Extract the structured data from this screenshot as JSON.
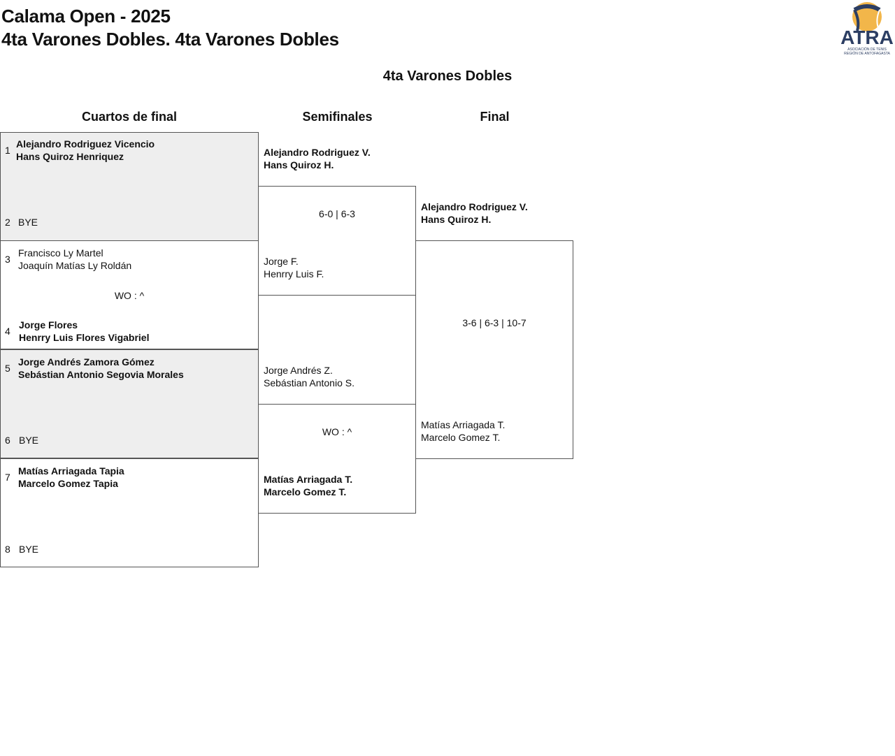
{
  "header": {
    "title_line1": "Calama Open - 2025",
    "title_line2": "4ta Varones Dobles. 4ta Varones Dobles",
    "logo_text": "ATRA",
    "logo_subtext_line1": "ASOCIACIÓN DE TENIS",
    "logo_subtext_line2": "REGIÓN DE ANTOFAGASTA"
  },
  "draw": {
    "title": "4ta Varones Dobles",
    "rounds": [
      "Cuartos de final",
      "Semifinales",
      "Final"
    ]
  },
  "quarterfinals": [
    {
      "top": {
        "seed": "1",
        "player1": "Alejandro Rodriguez Vicencio",
        "player2": "Hans Quiroz Henriquez",
        "winner": true
      },
      "bottom": {
        "seed": "2",
        "player1": "BYE",
        "player2": "",
        "winner": false
      },
      "score": ""
    },
    {
      "top": {
        "seed": "3",
        "player1": "Francisco Ly Martel",
        "player2": "Joaquín Matías Ly Roldán",
        "winner": false
      },
      "bottom": {
        "seed": "4",
        "player1": "Jorge Flores",
        "player2": "Henrry Luis Flores Vigabriel",
        "winner": true
      },
      "score": "WO : ^"
    },
    {
      "top": {
        "seed": "5",
        "player1": "Jorge Andrés Zamora Gómez",
        "player2": "Sebástian Antonio Segovia Morales",
        "winner": true
      },
      "bottom": {
        "seed": "6",
        "player1": "BYE",
        "player2": "",
        "winner": false
      },
      "score": ""
    },
    {
      "top": {
        "seed": "7",
        "player1": "Matías Arriagada Tapia",
        "player2": "Marcelo Gomez Tapia",
        "winner": true
      },
      "bottom": {
        "seed": "8",
        "player1": "BYE",
        "player2": "",
        "winner": false
      },
      "score": ""
    }
  ],
  "semifinals": [
    {
      "top": {
        "player1": "Alejandro Rodriguez V.",
        "player2": "Hans Quiroz H.",
        "winner": true
      },
      "bottom": {
        "player1": "Jorge F.",
        "player2": "Henrry Luis F.",
        "winner": false
      },
      "score": "6-0 | 6-3"
    },
    {
      "top": {
        "player1": "Jorge Andrés Z.",
        "player2": "Sebástian Antonio S.",
        "winner": false
      },
      "bottom": {
        "player1": "Matías Arriagada T.",
        "player2": "Marcelo Gomez T.",
        "winner": true
      },
      "score": "WO : ^"
    }
  ],
  "final": {
    "top": {
      "player1": "Alejandro Rodriguez V.",
      "player2": "Hans Quiroz H.",
      "winner": true
    },
    "bottom": {
      "player1": "Matías Arriagada T.",
      "player2": "Marcelo Gomez T.",
      "winner": false
    },
    "score": "3-6 | 6-3 | 10-7"
  },
  "colors": {
    "bye_shade": "#eeeeee",
    "border": "#555555",
    "logo_navy": "#2c3e63",
    "logo_gold": "#f2b64a"
  }
}
